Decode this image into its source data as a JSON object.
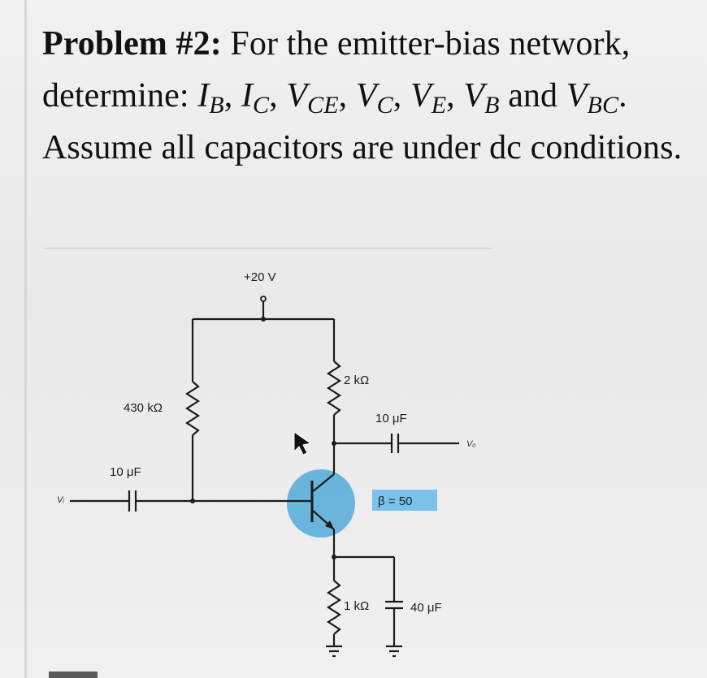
{
  "problem": {
    "label": "Problem #2:",
    "intro": "For the emitter-bias network, determine:",
    "quantities": {
      "ib": {
        "base": "I",
        "sub": "B"
      },
      "ic": {
        "base": "I",
        "sub": "C"
      },
      "vce": {
        "base": "V",
        "sub": "CE"
      },
      "vc": {
        "base": "V",
        "sub": "C"
      },
      "ve": {
        "base": "V",
        "sub": "E"
      },
      "vb": {
        "base": "V",
        "sub": "B"
      },
      "vbc": {
        "base": "V",
        "sub": "BC"
      }
    },
    "and_word": "and",
    "tail": "Assume all capacitors are under dc conditions."
  },
  "circuit": {
    "supply": "+20 V",
    "rb": "430 kΩ",
    "rc": "2 kΩ",
    "re": "1 kΩ",
    "c_in": "10 μF",
    "c_out": "10 μF",
    "c_e": "40 μF",
    "beta": "β = 50",
    "vi": "Vᵢ",
    "vo": "Vₒ"
  },
  "colors": {
    "highlight": "#5aaed8",
    "beta_box": "#79c3ea"
  }
}
